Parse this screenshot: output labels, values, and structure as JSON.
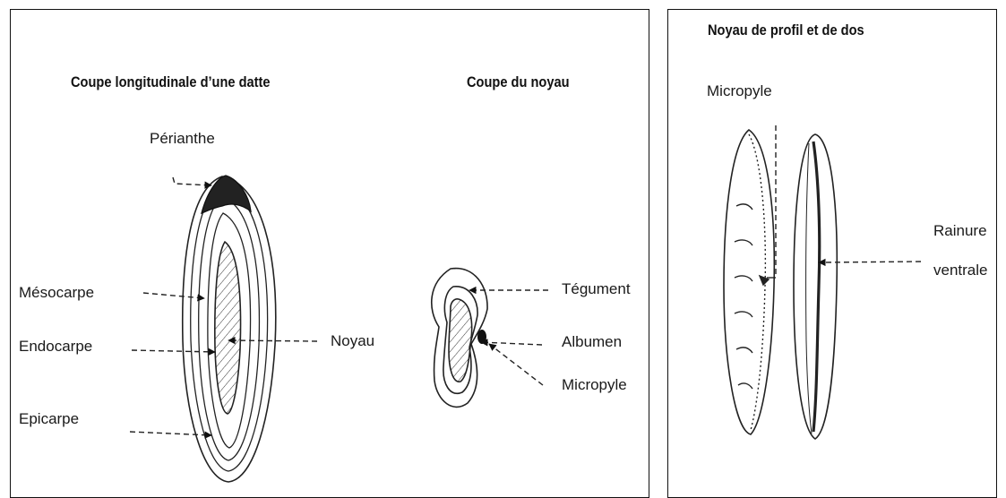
{
  "left_panel": {
    "title_date": "Coupe longitudinale d’une datte",
    "title_seed": "Coupe du noyau",
    "date_labels": {
      "perianthe": "Périanthe",
      "mesocarpe": "Mésocarpe",
      "endocarpe": "Endocarpe",
      "epicarpe": "Epicarpe",
      "noyau": "Noyau"
    },
    "seed_labels": {
      "tegument": "Tégument",
      "albumen": "Albumen",
      "micropyle": "Micropyle"
    }
  },
  "right_panel": {
    "title": "Noyau de profil et de dos",
    "labels": {
      "micropyle": "Micropyle",
      "rainure_line1": "Rainure",
      "rainure_line2": "ventrale"
    }
  }
}
